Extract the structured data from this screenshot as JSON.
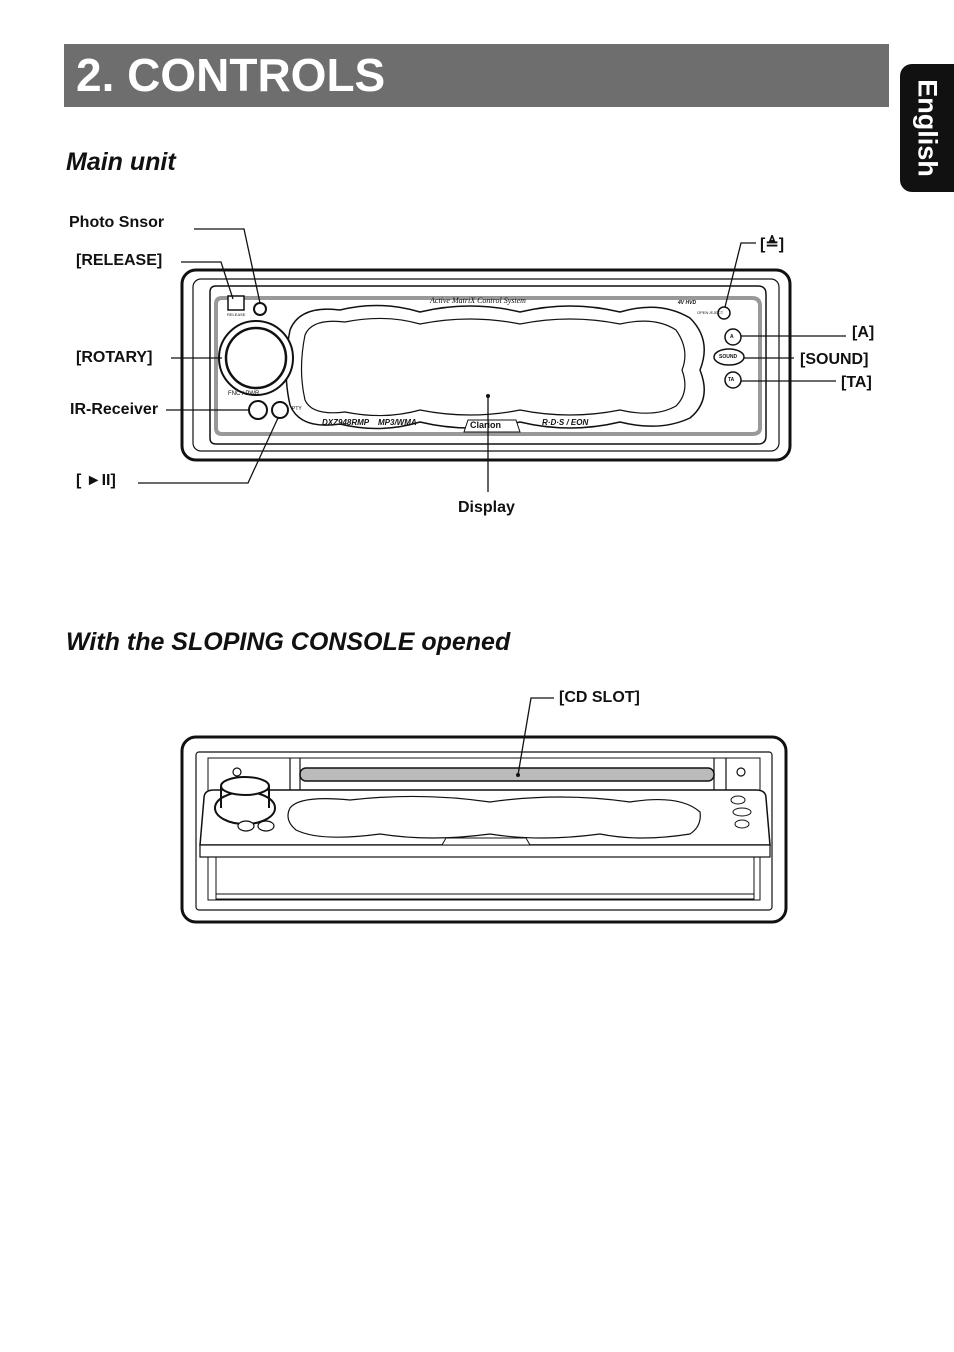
{
  "page": {
    "title": "2. CONTROLS",
    "language_tab": "English"
  },
  "main_unit": {
    "heading": "Main unit",
    "labels": {
      "photo_sensor": "Photo Snsor",
      "release": "[RELEASE]",
      "rotary": "[ROTARY]",
      "ir_receiver": "IR-Receiver",
      "play_pause": "[ ►II]",
      "display": "Display",
      "eject": "[≜]",
      "a": "[A]",
      "sound": "[SOUND]",
      "ta": "[TA]"
    },
    "device_print": {
      "system_name": "Active MatriX Control System",
      "model": "DXZ948RMP",
      "format": "MP3/WMA",
      "brand": "Clarion",
      "rds": "R·D·S / EON",
      "release_small": "RELEASE",
      "fnc_pwr": "FNC / PWR",
      "pty": "PTY",
      "sound_small": "SOUND",
      "ta_small": "TA",
      "a_small": "A",
      "open_eject": "OPEN /EJECT",
      "dvd": "4V HVD"
    }
  },
  "sloping_console": {
    "heading": "With the SLOPING CONSOLE opened",
    "labels": {
      "cd_slot": "[CD SLOT]"
    }
  }
}
